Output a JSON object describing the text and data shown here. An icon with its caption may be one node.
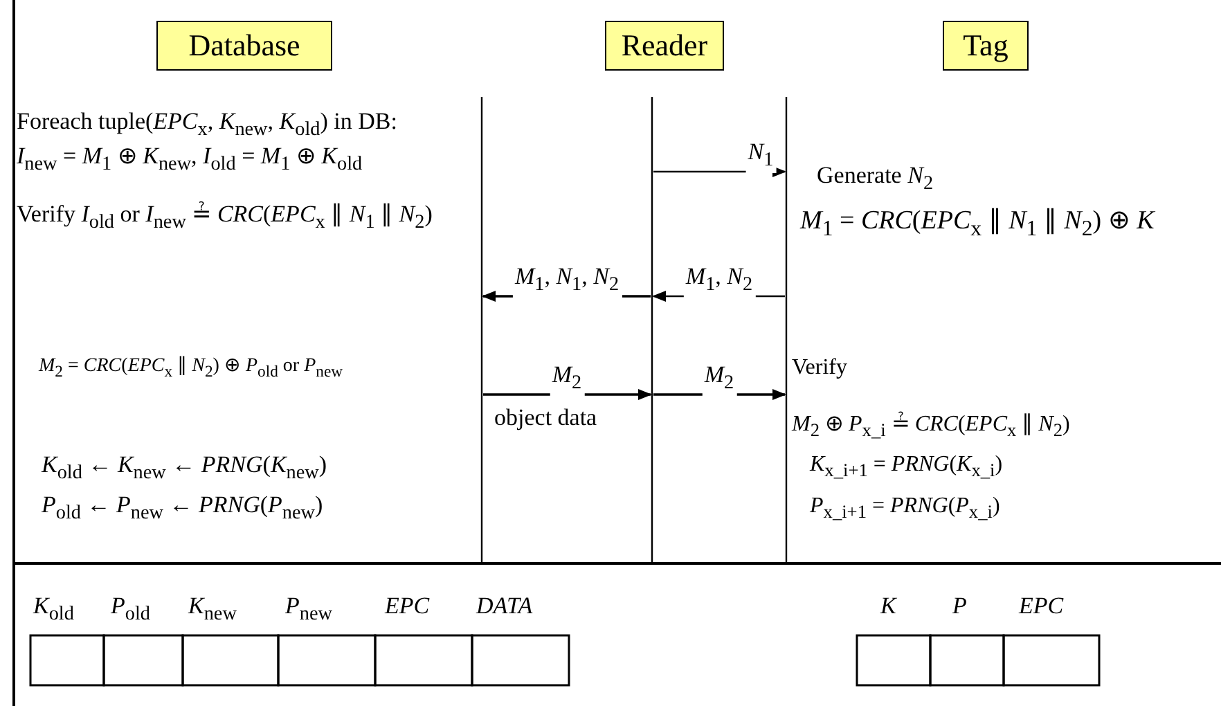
{
  "diagram": {
    "nodes": [
      {
        "text": [
          "Database"
        ]
      },
      {
        "text": [
          "Reader"
        ]
      },
      {
        "text": [
          "Tag"
        ]
      }
    ],
    "edges": [
      {
        "from": 1,
        "to": 2,
        "arrow": "to",
        "label": "*N*$_{1}$"
      },
      {
        "from": 2,
        "to": 1,
        "arrow": "to",
        "label": "*M*$_{1}$, *N*$_{2}$"
      },
      {
        "from": 1,
        "to": 0,
        "arrow": "to",
        "label": "*M*$_{1}$, *N*$_{1}$, *N*$_{2}$"
      },
      {
        "from": 0,
        "to": 1,
        "arrow": "to",
        "label": "*M*$_{2}$"
      },
      {
        "from": 1,
        "to": 2,
        "arrow": "to",
        "label": "*M*$_{2}$"
      }
    ],
    "labels": [
      "Foreach tuple(*EPC*$_{x}$, *K*$_{new}$, *K*$_{old}$) in DB:",
      "*I*$_{new}$ = *M*$_{1}$ ⊕ *K*$_{new}$, *I*$_{old}$ = *M*$_{1}$ ⊕ *K*$_{old}$",
      "Verify *I*$_{old}$ or *I*$_{new}$ ≟ *CRC*(*EPC*$_{x}$ ∥ *N*$_{1}$ ∥ *N*$_{2}$)",
      "Generate *N*$_{2}$",
      "*M*$_{1}$ = *CRC*(*EPC*$_{x}$ ∥ *N*$_{1}$ ∥ *N*$_{2}$) ⊕ *K*",
      "*M*$_{2}$ = *CRC*(*EPC*$_{x}$ ∥ *N*$_{2}$) ⊕ *P*$_{old}$ or *P*$_{new}$",
      "Verify",
      "object data",
      "*M*$_{2}$ ⊕ *P*$_{x_i}$ ≟ *CRC*(*EPC*$_{x}$ ∥ *N*$_{2}$)",
      "*K*$_{old}$ ← *K*$_{new}$ ← *PRNG*(*K*$_{new}$)",
      "*K*$_{x_i+1}$ = *PRNG*(*K*$_{x_i}$)",
      "*P*$_{old}$ ← *P*$_{new}$ ← *PRNG*(*P*$_{new}$)",
      "*P*$_{x_i+1}$ = *PRNG*(*P*$_{x_i}$)",
      "*K*$_{old}$",
      "*P*$_{old}$",
      "*K*$_{new}$",
      "*P*$_{new}$",
      "*EPC*",
      "*DATA*",
      "*K*",
      "*P*",
      "*EPC*"
    ]
  }
}
